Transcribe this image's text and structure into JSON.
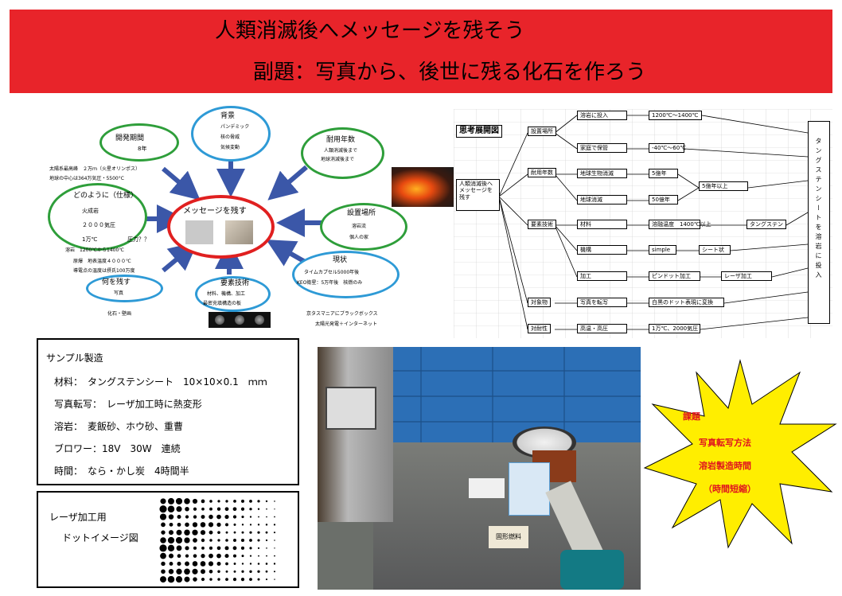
{
  "header": {
    "title": "人類消滅後へメッセージを残そう",
    "subtitle": "副題：写真から、後世に残る化石を作ろう"
  },
  "mindmap": {
    "center": "メッセージを残す",
    "background": {
      "title": "背景",
      "lines": [
        "パンデミック",
        "核の脅威",
        "気候変動"
      ]
    },
    "period": {
      "title": "開発期間",
      "value": "8年"
    },
    "durability": {
      "title": "耐用年数",
      "lines": [
        "人類消滅後まで",
        "地球消滅後まで"
      ]
    },
    "how": {
      "title": "どのように（仕様）",
      "lines": [
        "火成岩",
        "２０００気圧",
        "1万℃"
      ]
    },
    "location": {
      "title": "設置場所",
      "lines": [
        "溶岩流",
        "個人の家"
      ]
    },
    "current": {
      "title": "現状",
      "lines": [
        "タイムカプセル5000年後",
        "KEO衛星：5万年後　核燃のみ"
      ]
    },
    "what": {
      "title": "何を残す",
      "value": "写真"
    },
    "tech": {
      "title": "要素技術",
      "lines": [
        "材料、機構、加工",
        "最密充填構造の板"
      ]
    },
    "notes": {
      "mountain": "太陽系最高峰　２万ｍ（火星オリンポス）",
      "earth_center": "地球の中心は364万気圧・5500°C",
      "pressure": "圧力？？",
      "lava": "溶岩　1200℃から1400℃",
      "mantle": "原爆　地表温度４０００℃",
      "melting": "導電点の温度は摂氏100万度",
      "fossil": "化石・壁画",
      "black_box": "京タスマニアにブラックボックス",
      "solar": "太陽光発電＋インターネット"
    }
  },
  "flow": {
    "title": "思考展開図",
    "root": "人類消滅後へメッセージを残す",
    "nodes": {
      "placement": "設置場所",
      "lava_in": "溶岩に投入",
      "temp1": "1200℃～1400℃",
      "home": "家庭で保管",
      "temp2": "-40℃～60℃",
      "years": "耐用年数",
      "bio_extinct": "地球生物消滅",
      "y5": "5億年",
      "y5plus": "5億年以上",
      "earth_extinct": "地球消滅",
      "y50": "50億年",
      "tech": "要素技術",
      "material": "材料",
      "melt": "溶融温度　1400℃以上",
      "tungsten": "タングステン",
      "mechanism": "機構",
      "simple": "simple",
      "sheet": "シート状",
      "process": "加工",
      "pindot": "ピンドット加工",
      "laser": "レーザ加工",
      "target": "対象物",
      "photo": "写真を転写",
      "whitedot": "白黒のドット表現に変換",
      "resist": "対耐性",
      "hightemp": "高温・高圧",
      "cond": "1万℃、2000気圧"
    },
    "conclusion": "タングステンシートを溶岩に投入"
  },
  "sample": {
    "title": "サンプル製造",
    "rows": [
      "材料：　タングステンシート　10×10×0.1　ｍｍ",
      "写真転写：　レーザ加工時に熱変形",
      "溶岩：　麦飯砂、ホウ砂、重曹",
      "ブロワー：18V　30W　連続",
      "時間：　なら・かし炭　4時間半"
    ]
  },
  "laser_box": {
    "line1": "レーザ加工用",
    "line2": "ドットイメージ図"
  },
  "issues": {
    "title": "課題",
    "items": [
      "写真転写方法",
      "溶岩製造時間",
      "（時間短縮）"
    ]
  },
  "photo": {
    "package_label": "固形燃料"
  }
}
